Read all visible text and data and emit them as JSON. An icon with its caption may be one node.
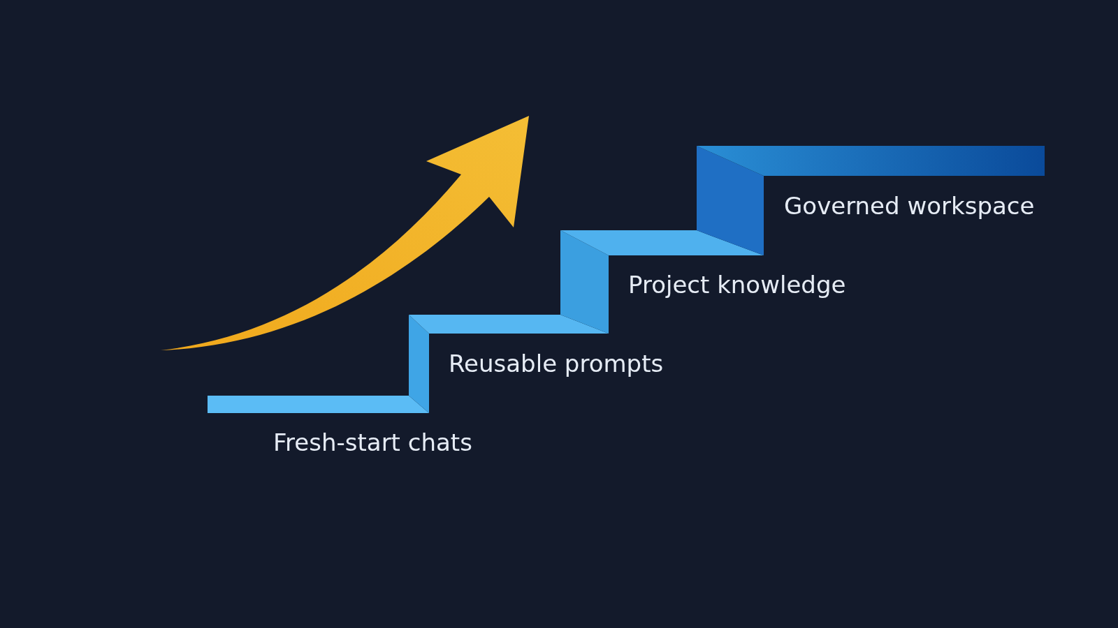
{
  "diagram": {
    "labels": [
      "Fresh-start chats",
      "Reusable prompts",
      "Project knowledge",
      "Governed workspace"
    ]
  }
}
